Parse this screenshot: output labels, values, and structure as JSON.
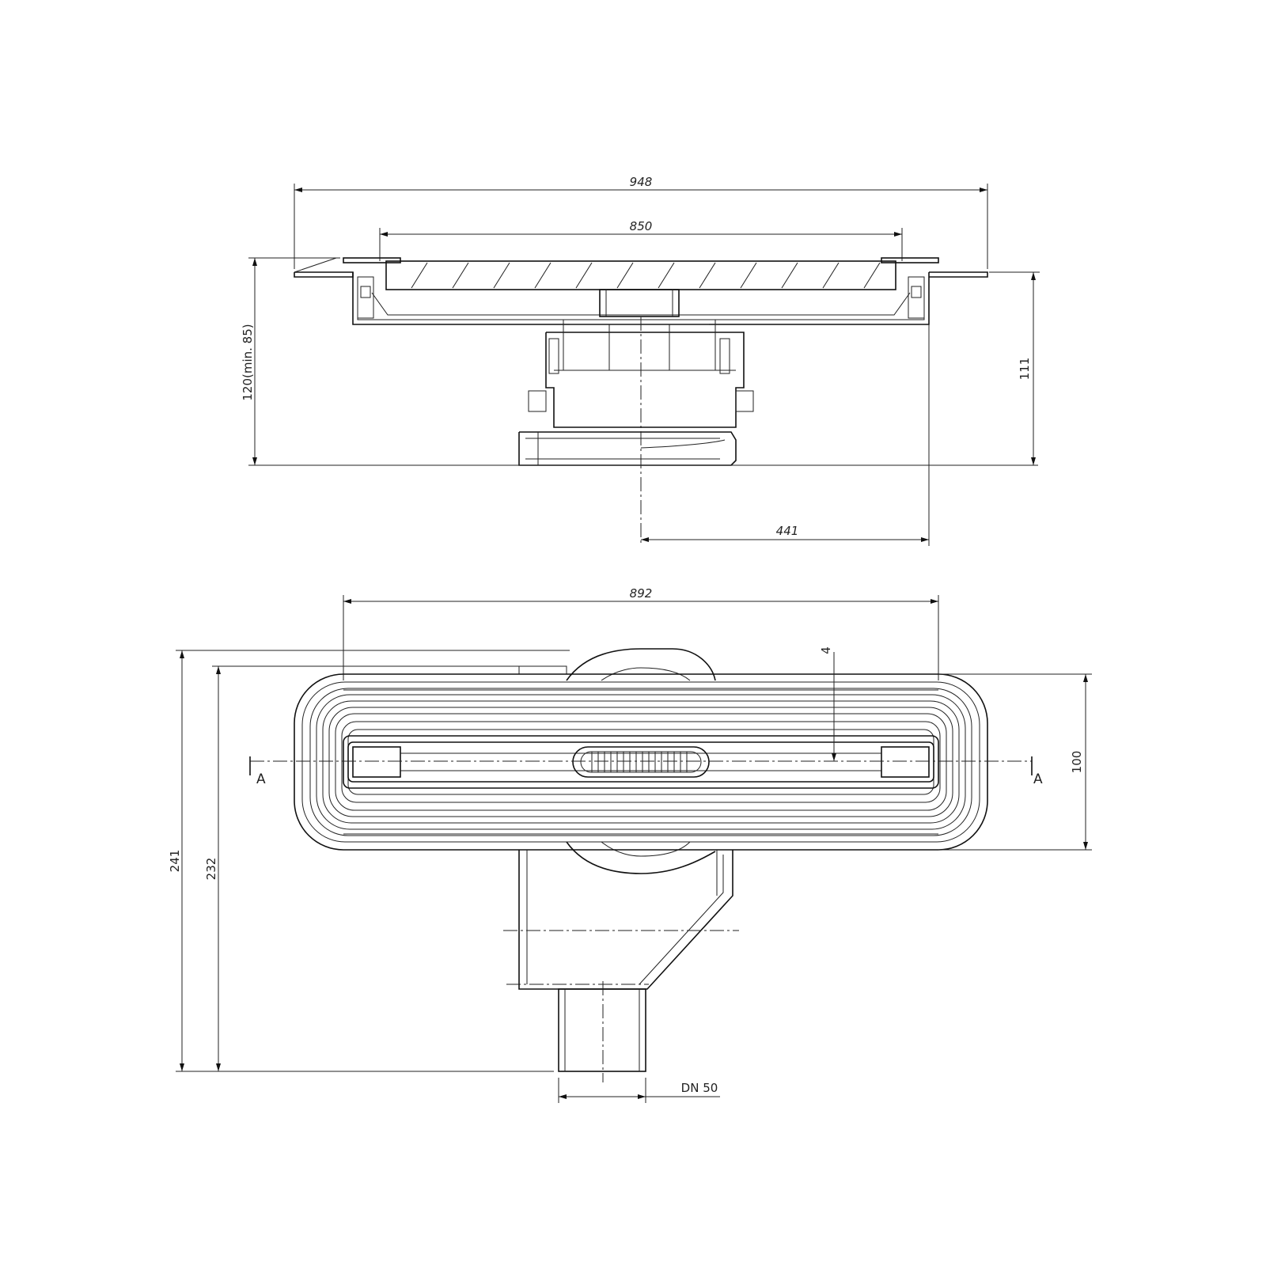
{
  "side_view": {
    "dim_overall_width": "948",
    "dim_grate_width": "850",
    "dim_total_height": "120(min. 85)",
    "dim_outlet_height": "111",
    "dim_outlet_offset": "441"
  },
  "plan_view": {
    "dim_channel_length": "892",
    "dim_depth_total": "241",
    "dim_depth_body": "232",
    "dim_channel_width": "100",
    "dim_gap": "4",
    "section_left": "A",
    "section_right": "A",
    "outlet_size": "DN 50"
  },
  "colors": {
    "line": "#111111",
    "background": "#ffffff"
  }
}
